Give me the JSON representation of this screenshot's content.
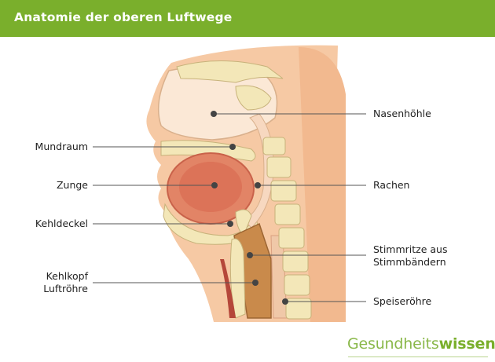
{
  "header": {
    "title": "Anatomie der oberen Luftwege",
    "color": "#7aaf2c"
  },
  "labels": {
    "nasenhoehle": "Nasenhöhle",
    "mundraum": "Mundraum",
    "zunge": "Zunge",
    "rachen": "Rachen",
    "kehldeckel": "Kehldeckel",
    "stimmritze_1": "Stimmritze aus",
    "stimmritze_2": "Stimmbändern",
    "kehlkopf": "Kehlkopf",
    "luftroehre": "Luftröhre",
    "speiseroehre": "Speiseröhre"
  },
  "logo": {
    "light": "Gesundheits",
    "bold": "wissen"
  }
}
